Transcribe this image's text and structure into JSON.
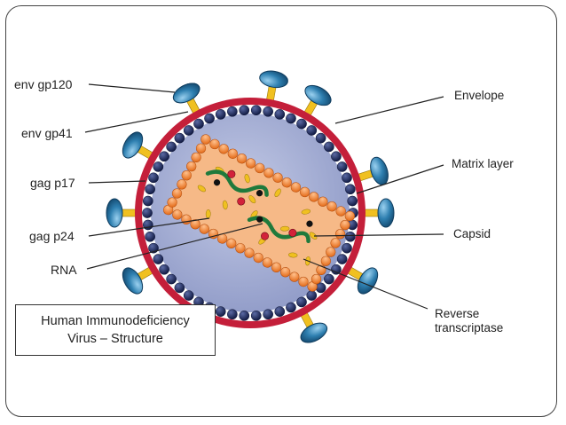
{
  "labels_left": [
    {
      "id": "env-gp120",
      "text": "env gp120"
    },
    {
      "id": "env-gp41",
      "text": "env gp41"
    },
    {
      "id": "gag-p17",
      "text": "gag p17"
    },
    {
      "id": "gag-p24",
      "text": "gag p24"
    },
    {
      "id": "rna",
      "text": "RNA"
    }
  ],
  "labels_right": [
    {
      "id": "envelope",
      "text": "Envelope"
    },
    {
      "id": "matrix-layer",
      "text": "Matrix layer"
    },
    {
      "id": "capsid",
      "text": "Capsid"
    },
    {
      "id": "reverse-transcriptase",
      "line1": "Reverse",
      "line2": "transcriptase"
    }
  ],
  "title": {
    "line1": "Human Immunodeficiency",
    "line2": "Virus – Structure"
  },
  "colors": {
    "envelope": "#c41f3a",
    "matrix": "#1c2a5e",
    "interior": "#aab3d8",
    "capsid": "#f08a3c",
    "capsid_fill": "#f6b987",
    "spike_head": "#2e7fb0",
    "spike_stem": "#f0c020",
    "rna": "#1f7a3c",
    "enzyme_dot": "#d2213a"
  }
}
